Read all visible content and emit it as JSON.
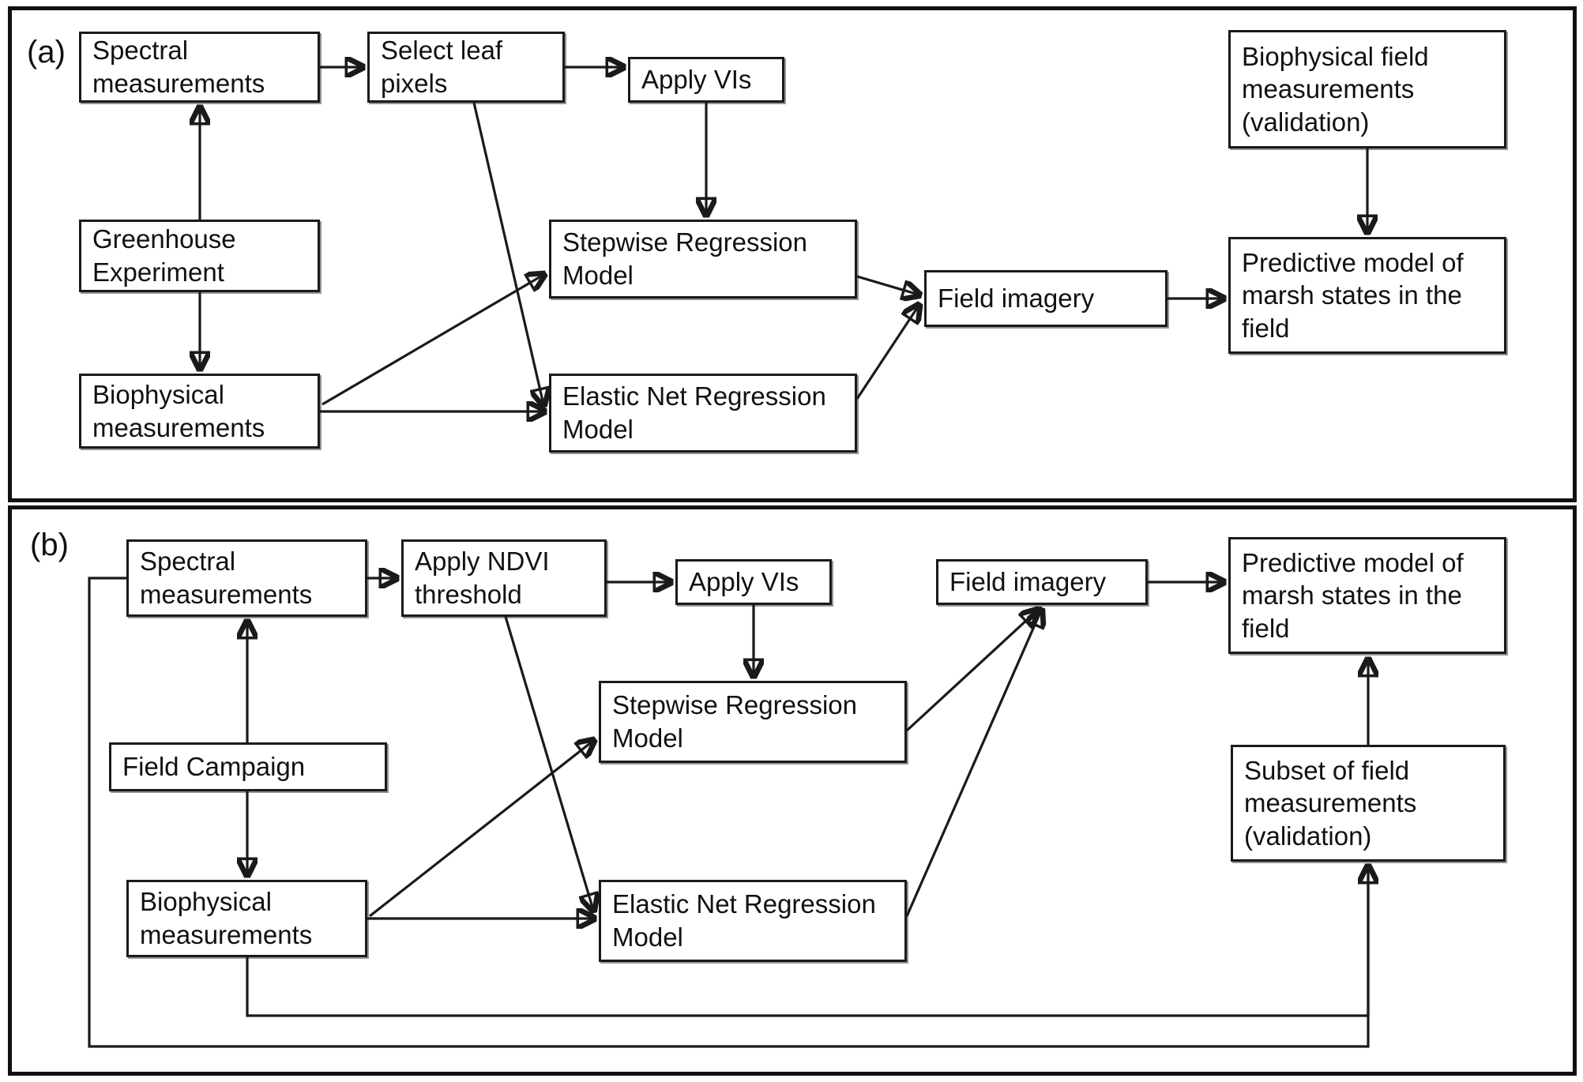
{
  "figure": {
    "type": "flowchart",
    "panels": [
      {
        "id": "a",
        "label": "(a)",
        "title_context": "Greenhouse experiment workflow",
        "nodes": [
          {
            "id": "a-spectral",
            "label": "Spectral measurements"
          },
          {
            "id": "a-selectleaf",
            "label": "Select leaf pixels"
          },
          {
            "id": "a-applyvis",
            "label": "Apply VIs"
          },
          {
            "id": "a-biofield",
            "label": "Biophysical field measurements (validation)"
          },
          {
            "id": "a-greenhouse",
            "label": "Greenhouse Experiment"
          },
          {
            "id": "a-stepwise",
            "label": "Stepwise Regression Model"
          },
          {
            "id": "a-fieldimagery",
            "label": "Field imagery"
          },
          {
            "id": "a-predictive",
            "label": "Predictive model of marsh states in the field"
          },
          {
            "id": "a-biophysical",
            "label": "Biophysical measurements"
          },
          {
            "id": "a-elasticnet",
            "label": "Elastic Net Regression Model"
          }
        ],
        "edges": [
          {
            "from": "a-spectral",
            "to": "a-selectleaf"
          },
          {
            "from": "a-selectleaf",
            "to": "a-applyvis"
          },
          {
            "from": "a-applyvis",
            "to": "a-stepwise"
          },
          {
            "from": "a-greenhouse",
            "to": "a-spectral"
          },
          {
            "from": "a-greenhouse",
            "to": "a-biophysical"
          },
          {
            "from": "a-selectleaf",
            "to": "a-elasticnet"
          },
          {
            "from": "a-biophysical",
            "to": "a-stepwise"
          },
          {
            "from": "a-biophysical",
            "to": "a-elasticnet"
          },
          {
            "from": "a-stepwise",
            "to": "a-fieldimagery"
          },
          {
            "from": "a-elasticnet",
            "to": "a-fieldimagery"
          },
          {
            "from": "a-fieldimagery",
            "to": "a-predictive"
          },
          {
            "from": "a-biofield",
            "to": "a-predictive"
          }
        ]
      },
      {
        "id": "b",
        "label": "(b)",
        "title_context": "Field campaign workflow",
        "nodes": [
          {
            "id": "b-spectral",
            "label": "Spectral measurements"
          },
          {
            "id": "b-ndvi",
            "label": "Apply NDVI threshold"
          },
          {
            "id": "b-applyvis",
            "label": "Apply VIs"
          },
          {
            "id": "b-fieldimagery",
            "label": "Field imagery"
          },
          {
            "id": "b-predictive",
            "label": "Predictive model of marsh states in the field"
          },
          {
            "id": "b-campaign",
            "label": "Field Campaign"
          },
          {
            "id": "b-stepwise",
            "label": "Stepwise Regression Model"
          },
          {
            "id": "b-subset",
            "label": "Subset of field measurements (validation)"
          },
          {
            "id": "b-biophysical",
            "label": "Biophysical measurements"
          },
          {
            "id": "b-elasticnet",
            "label": "Elastic Net Regression Model"
          }
        ],
        "edges": [
          {
            "from": "b-spectral",
            "to": "b-ndvi"
          },
          {
            "from": "b-ndvi",
            "to": "b-applyvis"
          },
          {
            "from": "b-applyvis",
            "to": "b-stepwise"
          },
          {
            "from": "b-campaign",
            "to": "b-spectral"
          },
          {
            "from": "b-campaign",
            "to": "b-biophysical"
          },
          {
            "from": "b-ndvi",
            "to": "b-elasticnet"
          },
          {
            "from": "b-biophysical",
            "to": "b-stepwise"
          },
          {
            "from": "b-biophysical",
            "to": "b-elasticnet"
          },
          {
            "from": "b-stepwise",
            "to": "b-fieldimagery"
          },
          {
            "from": "b-elasticnet",
            "to": "b-fieldimagery"
          },
          {
            "from": "b-fieldimagery",
            "to": "b-predictive"
          },
          {
            "from": "b-subset",
            "to": "b-predictive"
          },
          {
            "from": "b-biophysical",
            "to": "b-subset"
          },
          {
            "from": "b-spectral",
            "to": "b-subset"
          }
        ]
      }
    ]
  },
  "colors": {
    "stroke": "#1a1a1a",
    "panel_border": "#111111",
    "background": "#ffffff",
    "text": "#111111"
  }
}
